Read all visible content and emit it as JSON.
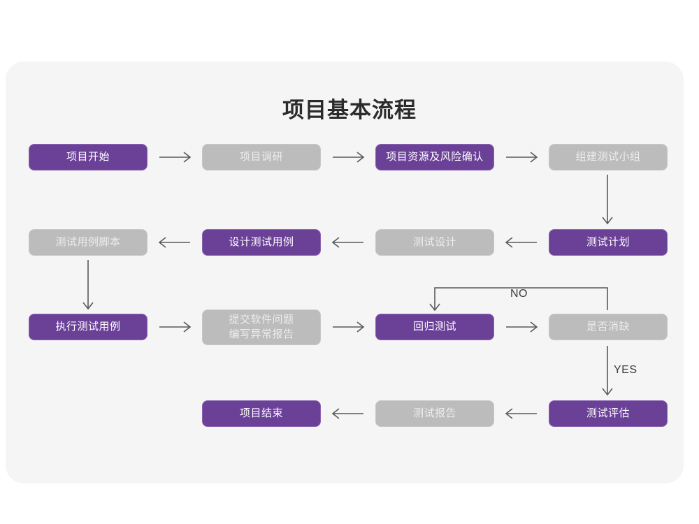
{
  "page": {
    "background": "#ffffff",
    "card_background": "#f5f5f5",
    "title": "项目基本流程"
  },
  "colors": {
    "purple": "#6b4198",
    "purple_border": "#8a63b2",
    "gray": "#bcbcbc",
    "gray_border": "#c7c7c7",
    "purple_text": "#ffffff",
    "gray_text": "#ededed",
    "connector": "#59595b",
    "title_text": "#2b2b2b",
    "label_text": "#3b3b3b"
  },
  "chart_data": {
    "type": "diagram",
    "title": "项目基本流程",
    "nodes": [
      {
        "id": "n1",
        "label": "项目开始",
        "style": "purple",
        "row": 1,
        "col": 1
      },
      {
        "id": "n2",
        "label": "项目调研",
        "style": "gray",
        "row": 1,
        "col": 2
      },
      {
        "id": "n3",
        "label": "项目资源及风险确认",
        "style": "purple",
        "row": 1,
        "col": 3
      },
      {
        "id": "n4",
        "label": "组建测试小组",
        "style": "gray",
        "row": 1,
        "col": 4
      },
      {
        "id": "n5",
        "label": "测试用例脚本",
        "style": "gray",
        "row": 2,
        "col": 1
      },
      {
        "id": "n6",
        "label": "设计测试用例",
        "style": "purple",
        "row": 2,
        "col": 2
      },
      {
        "id": "n7",
        "label": "测试设计",
        "style": "gray",
        "row": 2,
        "col": 3
      },
      {
        "id": "n8",
        "label": "测试计划",
        "style": "purple",
        "row": 2,
        "col": 4
      },
      {
        "id": "n9",
        "label": "执行测试用例",
        "style": "purple",
        "row": 3,
        "col": 1
      },
      {
        "id": "n10",
        "label": "提交软件问题\n编写异常报告",
        "style": "gray",
        "row": 3,
        "col": 2
      },
      {
        "id": "n11",
        "label": "回归测试",
        "style": "purple",
        "row": 3,
        "col": 3
      },
      {
        "id": "n12",
        "label": "是否消缺",
        "style": "gray",
        "row": 3,
        "col": 4
      },
      {
        "id": "n13",
        "label": "项目结束",
        "style": "purple",
        "row": 4,
        "col": 2
      },
      {
        "id": "n14",
        "label": "测试报告",
        "style": "gray",
        "row": 4,
        "col": 3
      },
      {
        "id": "n15",
        "label": "测试评估",
        "style": "purple",
        "row": 4,
        "col": 4
      }
    ],
    "edges": [
      {
        "from": "n1",
        "to": "n2",
        "label": "",
        "direction": "right"
      },
      {
        "from": "n2",
        "to": "n3",
        "label": "",
        "direction": "right"
      },
      {
        "from": "n3",
        "to": "n4",
        "label": "",
        "direction": "right"
      },
      {
        "from": "n4",
        "to": "n8",
        "label": "",
        "direction": "down"
      },
      {
        "from": "n8",
        "to": "n7",
        "label": "",
        "direction": "left"
      },
      {
        "from": "n7",
        "to": "n6",
        "label": "",
        "direction": "left"
      },
      {
        "from": "n6",
        "to": "n5",
        "label": "",
        "direction": "left"
      },
      {
        "from": "n5",
        "to": "n9",
        "label": "",
        "direction": "down"
      },
      {
        "from": "n9",
        "to": "n10",
        "label": "",
        "direction": "right"
      },
      {
        "from": "n10",
        "to": "n11",
        "label": "",
        "direction": "right"
      },
      {
        "from": "n11",
        "to": "n12",
        "label": "",
        "direction": "right"
      },
      {
        "from": "n12",
        "to": "n11",
        "label": "NO",
        "direction": "loop-up-left"
      },
      {
        "from": "n12",
        "to": "n15",
        "label": "YES",
        "direction": "down"
      },
      {
        "from": "n15",
        "to": "n14",
        "label": "",
        "direction": "left"
      },
      {
        "from": "n14",
        "to": "n13",
        "label": "",
        "direction": "left"
      }
    ],
    "edge_labels": [
      {
        "id": "no-label",
        "text": "NO"
      },
      {
        "id": "yes-label",
        "text": "YES"
      }
    ]
  }
}
